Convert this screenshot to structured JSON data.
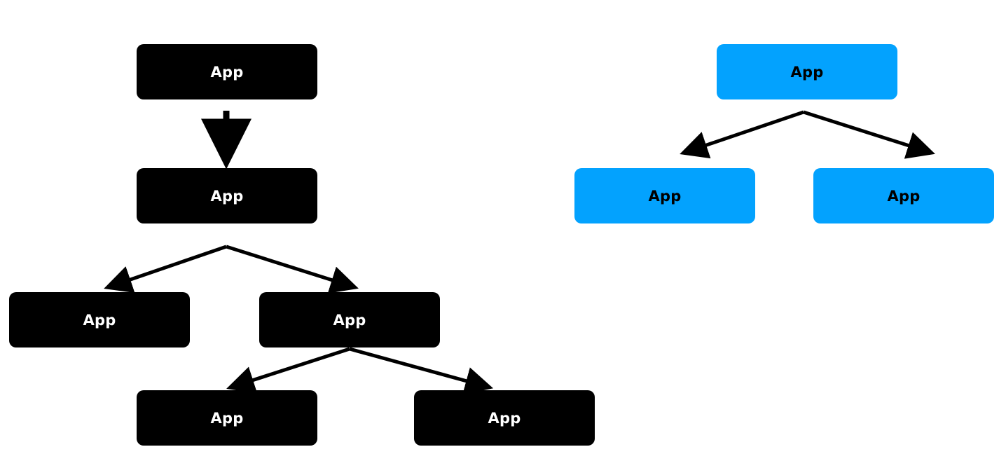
{
  "colors": {
    "dark_node": "#000000",
    "dark_text": "#ffffff",
    "blue_node": "#03a2fe",
    "blue_text": "#000000",
    "arrow": "#000000"
  },
  "left_tree": {
    "root": {
      "label": "App"
    },
    "child": {
      "label": "App"
    },
    "grandchild_left": {
      "label": "App"
    },
    "grandchild_right": {
      "label": "App"
    },
    "great_grandchild_left": {
      "label": "App"
    },
    "great_grandchild_right": {
      "label": "App"
    }
  },
  "right_tree": {
    "root": {
      "label": "App"
    },
    "child_left": {
      "label": "App"
    },
    "child_right": {
      "label": "App"
    }
  }
}
